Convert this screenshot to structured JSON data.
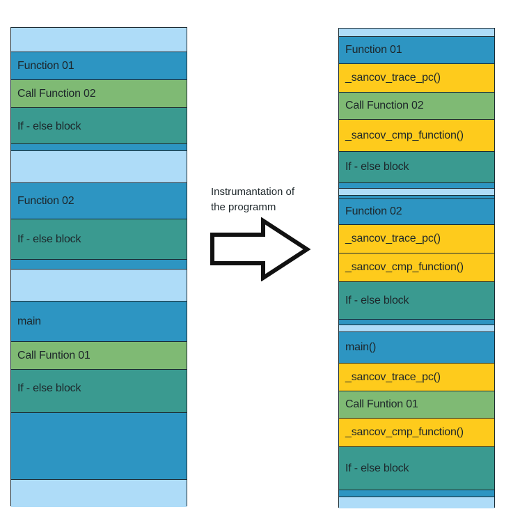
{
  "palette": {
    "light": "#aedcf8",
    "blue": "#2d95c2",
    "green": "#7fba74",
    "teal": "#3a9a90",
    "yellow": "#fecb1c"
  },
  "left_column": {
    "blocks": [
      {
        "label": "",
        "color": "light"
      },
      {
        "label": "Function 01",
        "color": "blue"
      },
      {
        "label": "Call Function 02",
        "color": "green"
      },
      {
        "label": "If - else block",
        "color": "teal"
      },
      {
        "label": "",
        "color": "blue"
      },
      {
        "label": "",
        "color": "light"
      },
      {
        "label": "Function 02",
        "color": "blue"
      },
      {
        "label": "If - else block",
        "color": "teal"
      },
      {
        "label": "",
        "color": "blue"
      },
      {
        "label": "",
        "color": "light"
      },
      {
        "label": "main",
        "color": "blue"
      },
      {
        "label": "Call Funtion 01",
        "color": "green"
      },
      {
        "label": "If - else block",
        "color": "teal"
      },
      {
        "label": "",
        "color": "blue"
      },
      {
        "label": "",
        "color": "light"
      }
    ]
  },
  "arrow_label": {
    "line1": "Instrumantation  of",
    "line2": "the programm"
  },
  "right_column": {
    "blocks": [
      {
        "label": "",
        "color": "light"
      },
      {
        "label": "Function 01",
        "color": "blue"
      },
      {
        "label": "_sancov_trace_pc()",
        "color": "yellow"
      },
      {
        "label": "Call Function 02",
        "color": "green"
      },
      {
        "label": "_sancov_cmp_function()",
        "color": "yellow"
      },
      {
        "label": "If - else block",
        "color": "teal"
      },
      {
        "label": "",
        "color": "blue"
      },
      {
        "label": "",
        "color": "light"
      },
      {
        "label": "",
        "color": "blue"
      },
      {
        "label": "Function 02",
        "color": "blue"
      },
      {
        "label": "_sancov_trace_pc()",
        "color": "yellow"
      },
      {
        "label": "_sancov_cmp_function()",
        "color": "yellow"
      },
      {
        "label": "If - else block",
        "color": "teal"
      },
      {
        "label": "",
        "color": "blue"
      },
      {
        "label": "",
        "color": "light"
      },
      {
        "label": "main()",
        "color": "blue"
      },
      {
        "label": "_sancov_trace_pc()",
        "color": "yellow"
      },
      {
        "label": "Call Funtion 01",
        "color": "green"
      },
      {
        "label": "_sancov_cmp_function()",
        "color": "yellow"
      },
      {
        "label": "If - else block",
        "color": "teal"
      },
      {
        "label": "",
        "color": "blue"
      },
      {
        "label": "",
        "color": "light"
      }
    ]
  }
}
